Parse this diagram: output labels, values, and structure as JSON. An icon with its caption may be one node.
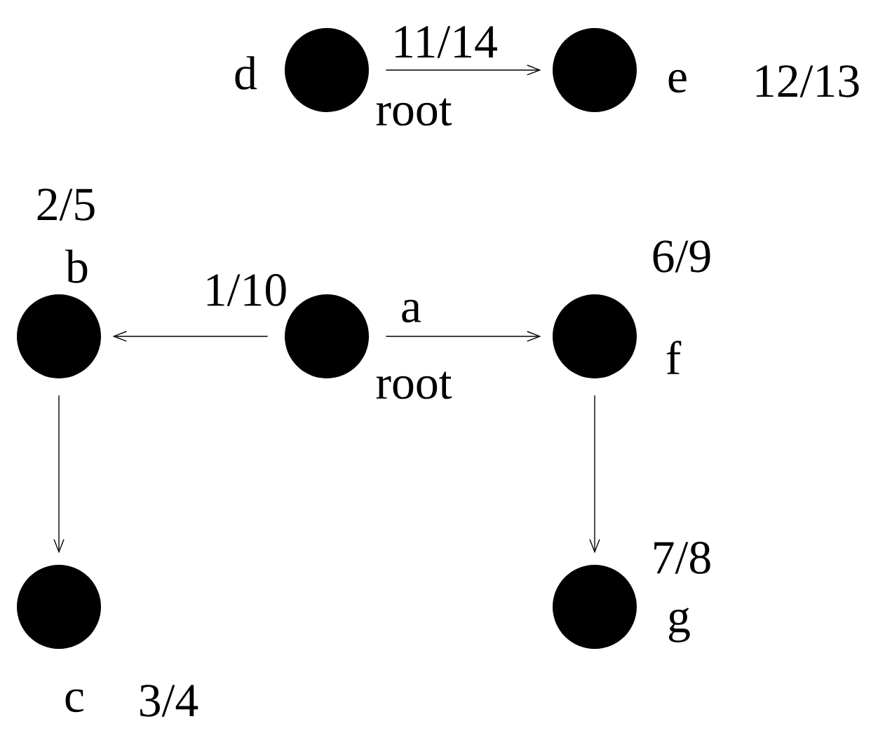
{
  "diagram": {
    "nodes": [
      {
        "text": [],
        "shape": "circle",
        "beside": [
          "d",
          "11/14",
          "root"
        ]
      },
      {
        "text": [],
        "shape": "circle",
        "beside": [
          "e",
          "12/13"
        ]
      },
      {
        "text": [],
        "shape": "circle",
        "beside": [
          "2/5",
          "b"
        ]
      },
      {
        "text": [],
        "shape": "circle",
        "beside": [
          "1/10",
          "a",
          "root"
        ]
      },
      {
        "text": [],
        "shape": "circle",
        "beside": [
          "6/9",
          "f"
        ]
      },
      {
        "text": [],
        "shape": "circle",
        "beside": [
          "c",
          "3/4"
        ]
      },
      {
        "text": [],
        "shape": "circle",
        "beside": [
          "7/8",
          "g"
        ]
      }
    ],
    "edges": [
      {
        "from": 0,
        "to": 1,
        "arrow": "to"
      },
      {
        "from": 3,
        "to": 2,
        "arrow": "to"
      },
      {
        "from": 3,
        "to": 4,
        "arrow": "to"
      },
      {
        "from": 2,
        "to": 5,
        "arrow": "to"
      },
      {
        "from": 4,
        "to": 6,
        "arrow": "to"
      }
    ]
  }
}
